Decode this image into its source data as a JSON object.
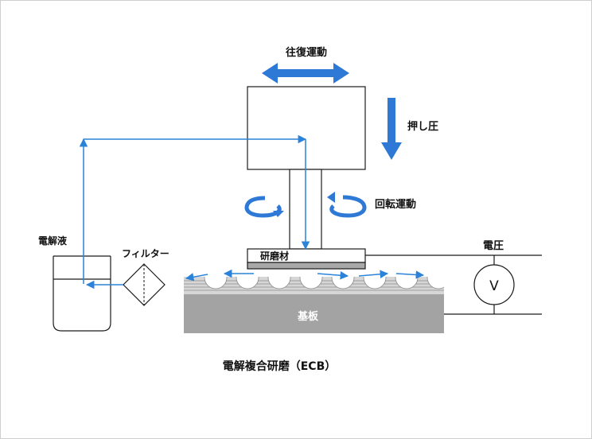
{
  "title": "電解複合研磨（ECB）",
  "labels": {
    "reciprocating_motion": "往復運動",
    "pressing": "押し圧",
    "rotational_motion": "回転運動",
    "abrasive": "研磨材",
    "substrate": "基板",
    "voltage": "電圧",
    "electrolyte": "電解液",
    "filter": "フィルター",
    "voltmeter_symbol": "V"
  },
  "colors": {
    "accent_blue": "#2e78d6",
    "flow_blue": "#2b82d9",
    "substrate_gray": "#a3a3a3",
    "abrasive_layer_gray": "#a8a8a8",
    "line_black": "#1a1a1a"
  },
  "icons": {
    "motion_arrows": "double-headed-arrow",
    "press_arrow": "down-arrow",
    "rotation_arrows": "circular-arrow",
    "filter_symbol": "diamond-filter",
    "voltmeter": "circle-v"
  }
}
